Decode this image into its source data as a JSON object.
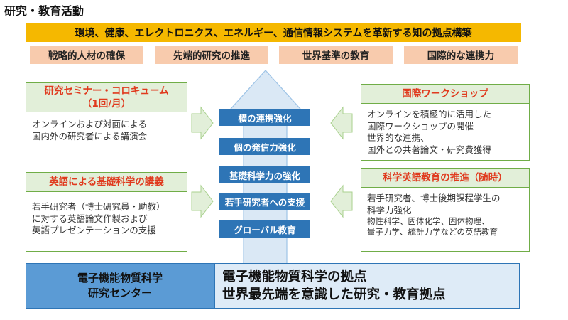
{
  "title": "研究・教育活動",
  "banner": "環境、健康、エレクトロニクス、エネルギー、通信情報システムを革新する知の拠点構築",
  "pillars": [
    "戦略的人材の確保",
    "先端的研究の推進",
    "世界基準の教育",
    "国際的な連携力"
  ],
  "left_cards": [
    {
      "title_line1": "研究セミナー・コロキューム",
      "title_line2": "（1回/月）",
      "lines": [
        "オンラインおよび対面による",
        "国内外の研究者による講演会"
      ]
    },
    {
      "title_line1": "英語による基礎科学の講義",
      "lines": [
        "若手研究者（博士研究員・助教）",
        "に対する英語論文作製および",
        "英語プレゼンテーションの支援"
      ]
    }
  ],
  "right_cards": [
    {
      "title_line1": "国際ワークショップ",
      "lines": [
        "オンラインを積極的に活用した",
        "国際ワークショップの開催",
        "世界的な連携、",
        "国外との共著論文・研究費獲得"
      ]
    },
    {
      "title_line1": "科学英語教育の推進（随時）",
      "lines": [
        "若手研究者、博士後期課程学生の",
        "科学力強化"
      ],
      "small_lines": [
        "物性科学、固体化学、固体物理、",
        "量子力学、統計力学などの英語教育"
      ]
    }
  ],
  "center_items": [
    "横の連携強化",
    "個の発信力強化",
    "基礎科学力の強化",
    "若手研究者への支援",
    "グローバル教育"
  ],
  "center_name_line1": "電子機能物質科学",
  "center_name_line2": "研究センター",
  "mission_line1": "電子機能物質科学の拠点",
  "mission_line2": "世界最先端を意識した研究・教育拠点",
  "colors": {
    "banner": "#f5b800",
    "pillar": "#f8cbad",
    "card_border": "#70ad47",
    "card_head": "#e2efd9",
    "card_title": "#e03a1e",
    "center_box": "#2e75b6",
    "arrow": "#dae8f5"
  }
}
